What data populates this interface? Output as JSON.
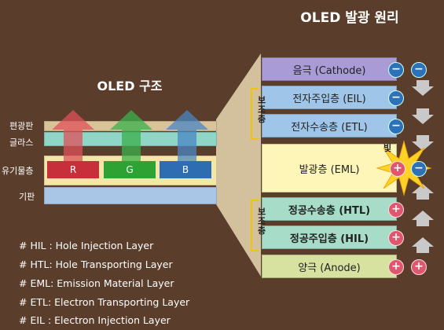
{
  "titles": {
    "left": "OLED 구조",
    "right": "OLED 발광 원리"
  },
  "left_labels": {
    "polarizer": "편광판",
    "glass": "글라스",
    "organic": "유기물층",
    "substrate": "기판"
  },
  "rgb": [
    "R",
    "G",
    "B"
  ],
  "right_layers": [
    {
      "label": "음극 (Cathode)"
    },
    {
      "label": "전자주입층 (EIL)"
    },
    {
      "label": "전자수송층 (ETL)"
    },
    {
      "label": "발광층 (EML)"
    },
    {
      "label": "정공수송층 (HTL)"
    },
    {
      "label": "정공주입층 (HIL)"
    },
    {
      "label": "양극 (Anode)"
    }
  ],
  "aux_chars": [
    "보",
    "조",
    "층"
  ],
  "light_label": "빛",
  "sign_minus": "−",
  "sign_plus": "+",
  "legend": [
    "# HIL : Hole Injection Layer",
    "# HTL: Hole Transporting Layer",
    "# EML: Emission Material Layer",
    "# ETL: Electron Transporting Layer",
    "# EIL : Electron Injection Layer"
  ],
  "colors": {
    "background": "#5a3d2b",
    "cathode": "#a89bd6",
    "electron_layers": "#9fc6e8",
    "eml": "#fdf6b8",
    "hole_layers": "#a7dcc9",
    "anode": "#d7e2a0",
    "minus": "#2d72b8",
    "plus": "#e0566e",
    "red": "#c7303b",
    "green": "#2ea334",
    "blue": "#2f6db3"
  }
}
